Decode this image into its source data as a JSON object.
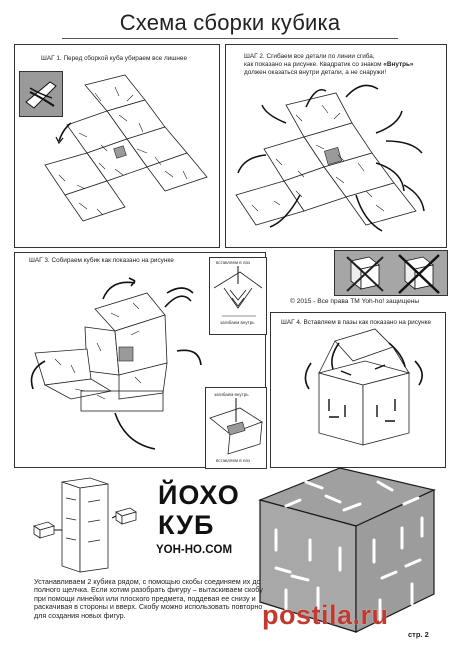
{
  "title": "Схема сборки кубика",
  "steps": [
    {
      "label": "ШАГ 1. Перед сборкой куба убираем все лишнее"
    },
    {
      "label_a": "ШАГ 2. Сгибаем все детали по линии сгиба,",
      "label_b": "как показано на рисунке. Квадратик со знаком",
      "emphasis": "«Внутрь»",
      "label_c": "должен оказаться внутри детали, а не снаружи!"
    },
    {
      "label": "ШАГ 3. Собираем кубик как показано на рисунке"
    },
    {
      "label": "ШАГ 4. Вставляем в пазы как показано на рисунке"
    }
  ],
  "callouts": {
    "insert_1": "вставляем в паз",
    "bend_in_1": "загибаем внутрь",
    "bend_in_2": "загибаем внутрь",
    "insert_2": "вставляем в паз"
  },
  "copyright": "© 2015 - Все права ТМ Yoh-ho! защищены",
  "brand": {
    "line1": "ЙОХО",
    "line2": "КУБ",
    "url": "YOH-HO.COM"
  },
  "instructions": "Устанавливаем 2 кубика рядом, с помощью скобы соединяем их до полного щелчка. Если хотим разобрать фигуру – вытаскиваем скобу при помощи линейки или плоского предмета, поддевая ее снизу и раскачивая в стороны и вверх. Скобу можно использовать повторно для создания новых фигур.",
  "page_number": "стр. 2",
  "watermark": "postila.ru",
  "colors": {
    "ink": "#1a1a1a",
    "gray_fill": "#9a9a9a",
    "panel_gray": "#a6a6a6",
    "watermark": "#c23a2e"
  }
}
